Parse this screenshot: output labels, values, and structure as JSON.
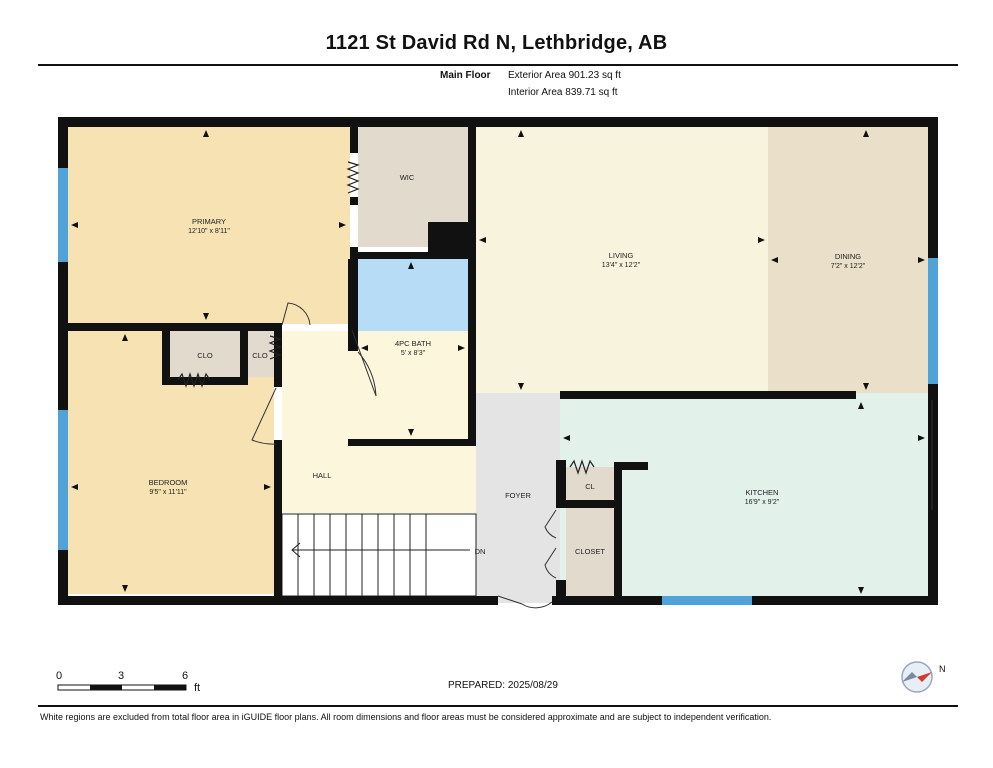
{
  "header": {
    "address": "1121 St David Rd N, Lethbridge, AB"
  },
  "summary": {
    "floor": "Main Floor",
    "exterior_area": "Exterior Area 901.23 sq ft",
    "interior_area": "Interior Area 839.71 sq ft"
  },
  "rooms": {
    "primary": {
      "name": "PRIMARY",
      "dims": "12'10\" x 8'11\""
    },
    "wic": {
      "name": "WIC"
    },
    "bath": {
      "name": "4PC BATH",
      "dims": "5' x 8'3\""
    },
    "living": {
      "name": "LIVING",
      "dims": "13'4\" x 12'2\""
    },
    "dining": {
      "name": "DINING",
      "dims": "7'2\" x 12'2\""
    },
    "clo1": {
      "name": "CLO"
    },
    "clo2": {
      "name": "CLO"
    },
    "bedroom": {
      "name": "BEDROOM",
      "dims": "9'5\" x 11'11\""
    },
    "hall": {
      "name": "HALL"
    },
    "foyer": {
      "name": "FOYER"
    },
    "cl": {
      "name": "CL"
    },
    "closet": {
      "name": "CLOSET"
    },
    "kitchen": {
      "name": "KITCHEN",
      "dims": "16'9\" x 9'2\""
    },
    "stairs": {
      "label": "DN"
    }
  },
  "colors": {
    "primary": "#f6e2b2",
    "wic": "#e3dace",
    "bath": "#b7dcf5",
    "living": "#f8f3dc",
    "dining": "#eadfc9",
    "bedroom": "#f6e2b2",
    "hall": "#fbf6dc",
    "foyer": "#e4e4e4",
    "kitchen": "#e2f1ea",
    "closet": "#e3dace",
    "wall": "#111111",
    "window": "#4fa3d8"
  },
  "scale": {
    "ticks": [
      "0",
      "3",
      "6"
    ],
    "unit": "ft"
  },
  "footer": {
    "prepared": "PREPARED: 2025/08/29",
    "disclaimer": "White regions are excluded from total floor area in iGUIDE floor plans. All room dimensions and floor areas must be considered approximate and are subject to independent verification."
  },
  "compass": {
    "label": "N",
    "icon": "compass-icon"
  }
}
